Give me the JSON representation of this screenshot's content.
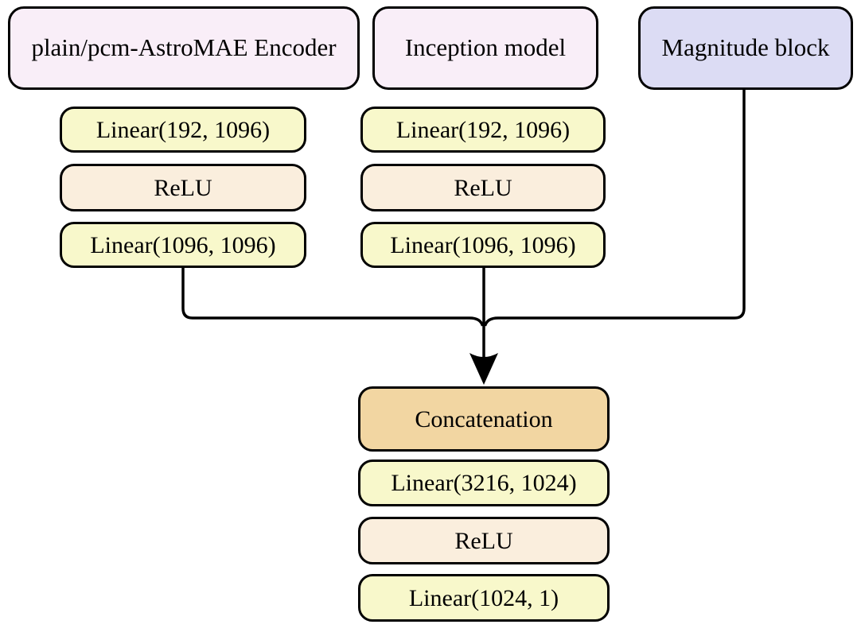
{
  "colors": {
    "pink": "#f9eef8",
    "lavender": "#dcdcf4",
    "yellow": "#f8f8cb",
    "cream": "#faeedd",
    "orange": "#f2d6a2",
    "line": "#000000",
    "background": "#ffffff"
  },
  "diagram": {
    "top_blocks": [
      {
        "id": "astromae-encoder",
        "label": "plain/pcm-AstroMAE Encoder",
        "color": "#f9eef8"
      },
      {
        "id": "inception-model",
        "label": "Inception model",
        "color": "#f9eef8"
      },
      {
        "id": "magnitude-block",
        "label": "Magnitude block",
        "color": "#dcdcf4"
      }
    ],
    "encoder_branch_layers": [
      {
        "label": "Linear(192, 1096)",
        "type": "linear"
      },
      {
        "label": "ReLU",
        "type": "relu"
      },
      {
        "label": "Linear(1096, 1096)",
        "type": "linear"
      }
    ],
    "inception_branch_layers": [
      {
        "label": "Linear(192, 1096)",
        "type": "linear"
      },
      {
        "label": "ReLU",
        "type": "relu"
      },
      {
        "label": "Linear(1096, 1096)",
        "type": "linear"
      }
    ],
    "head_layers": [
      {
        "label": "Concatenation",
        "type": "concatenation"
      },
      {
        "label": "Linear(3216, 1024)",
        "type": "linear"
      },
      {
        "label": "ReLU",
        "type": "relu"
      },
      {
        "label": "Linear(1024, 1)",
        "type": "linear"
      }
    ]
  }
}
